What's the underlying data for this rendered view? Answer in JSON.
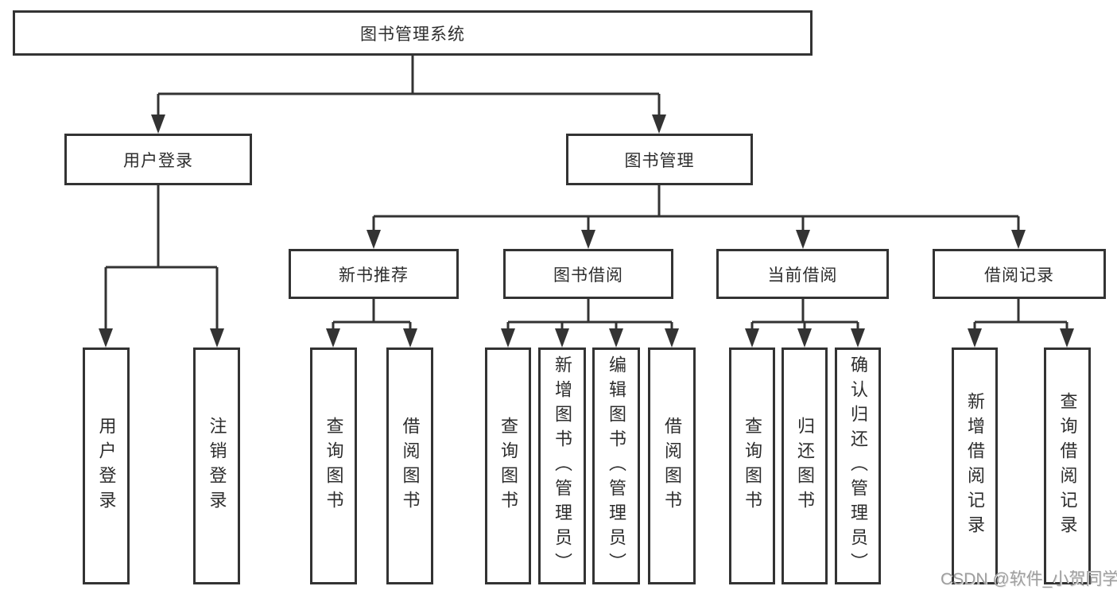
{
  "diagram": {
    "root_label": "图书管理系统",
    "level1": [
      "用户登录",
      "图书管理"
    ],
    "level2": [
      "新书推荐",
      "图书借阅",
      "当前借阅",
      "借阅记录"
    ],
    "leaves_user": [
      "用户登录",
      "注销登录"
    ],
    "leaves_newbook": [
      "查询图书",
      "借阅图书"
    ],
    "leaves_borrow": [
      "查询图书",
      "新增图书（管理员）",
      "编辑图书（管理员）",
      "借阅图书"
    ],
    "leaves_current": [
      "查询图书",
      "归还图书",
      "确认归还（管理员）"
    ],
    "leaves_record": [
      "新增借阅记录",
      "查询借阅记录"
    ]
  },
  "watermark": "CSDN @软件_小贺同学",
  "colors": {
    "line": "#333333",
    "background": "#ffffff",
    "watermark": "#9e9e9e"
  }
}
